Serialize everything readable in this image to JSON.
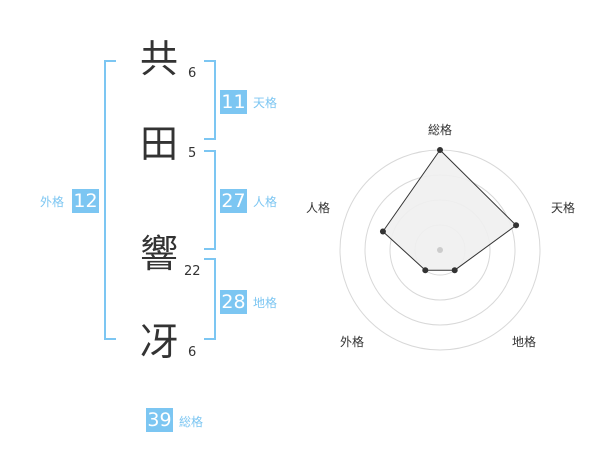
{
  "name": {
    "characters": [
      {
        "char": "共",
        "strokes": "6"
      },
      {
        "char": "田",
        "strokes": "5"
      },
      {
        "char": "響",
        "strokes": "22"
      },
      {
        "char": "冴",
        "strokes": "6"
      }
    ]
  },
  "scores": {
    "tenkaku": {
      "value": "11",
      "label": "天格"
    },
    "jinkaku": {
      "value": "27",
      "label": "人格"
    },
    "chikaku": {
      "value": "28",
      "label": "地格"
    },
    "gaikaku": {
      "value": "12",
      "label": "外格"
    },
    "soukaku": {
      "value": "39",
      "label": "総格"
    }
  },
  "colors": {
    "accent": "#7cc6f2",
    "text": "#333333",
    "radar_fill": "#f0f0f0"
  },
  "chart_data": {
    "type": "radar",
    "axes": [
      "総格",
      "天格",
      "地格",
      "外格",
      "人格"
    ],
    "values": [
      1.0,
      0.8,
      0.25,
      0.25,
      0.6
    ],
    "range": [
      0,
      1
    ],
    "rings": 4
  }
}
